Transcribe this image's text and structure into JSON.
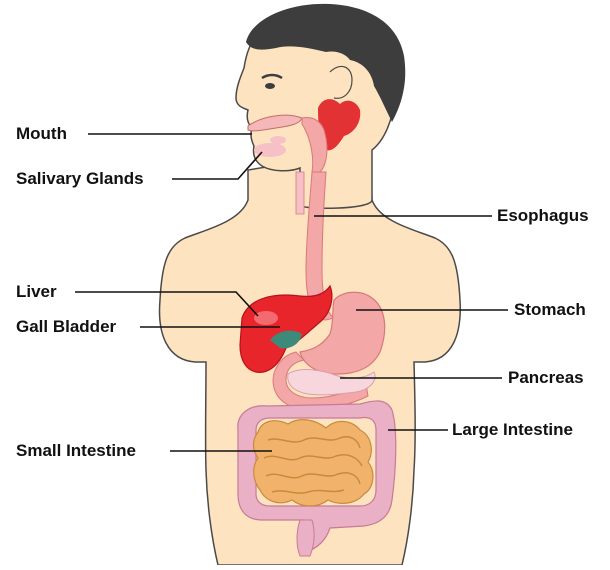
{
  "labels": {
    "mouth": "Mouth",
    "salivary_glands": "Salivary Glands",
    "liver": "Liver",
    "gall_bladder": "Gall Bladder",
    "small_intestine": "Small Intestine",
    "esophagus": "Esophagus",
    "stomach": "Stomach",
    "pancreas": "Pancreas",
    "large_intestine": "Large Intestine"
  },
  "colors": {
    "skin": "#fde3bf",
    "skin_outline": "#3a3a3a",
    "hair": "#3d3d3d",
    "organ_pink": "#f3a7a6",
    "organ_pink_dark": "#d9787a",
    "liver": "#e8252b",
    "liver_dark": "#b5121a",
    "gall_bladder": "#3d8a7b",
    "intestine": "#f1b36b",
    "intestine_dark": "#c98a3c",
    "large_intestine": "#eab1c6",
    "pancreas": "#f7d6de",
    "salivary": "#f6c1c6",
    "throat_red": "#e33233",
    "leader_line": "#111111"
  }
}
